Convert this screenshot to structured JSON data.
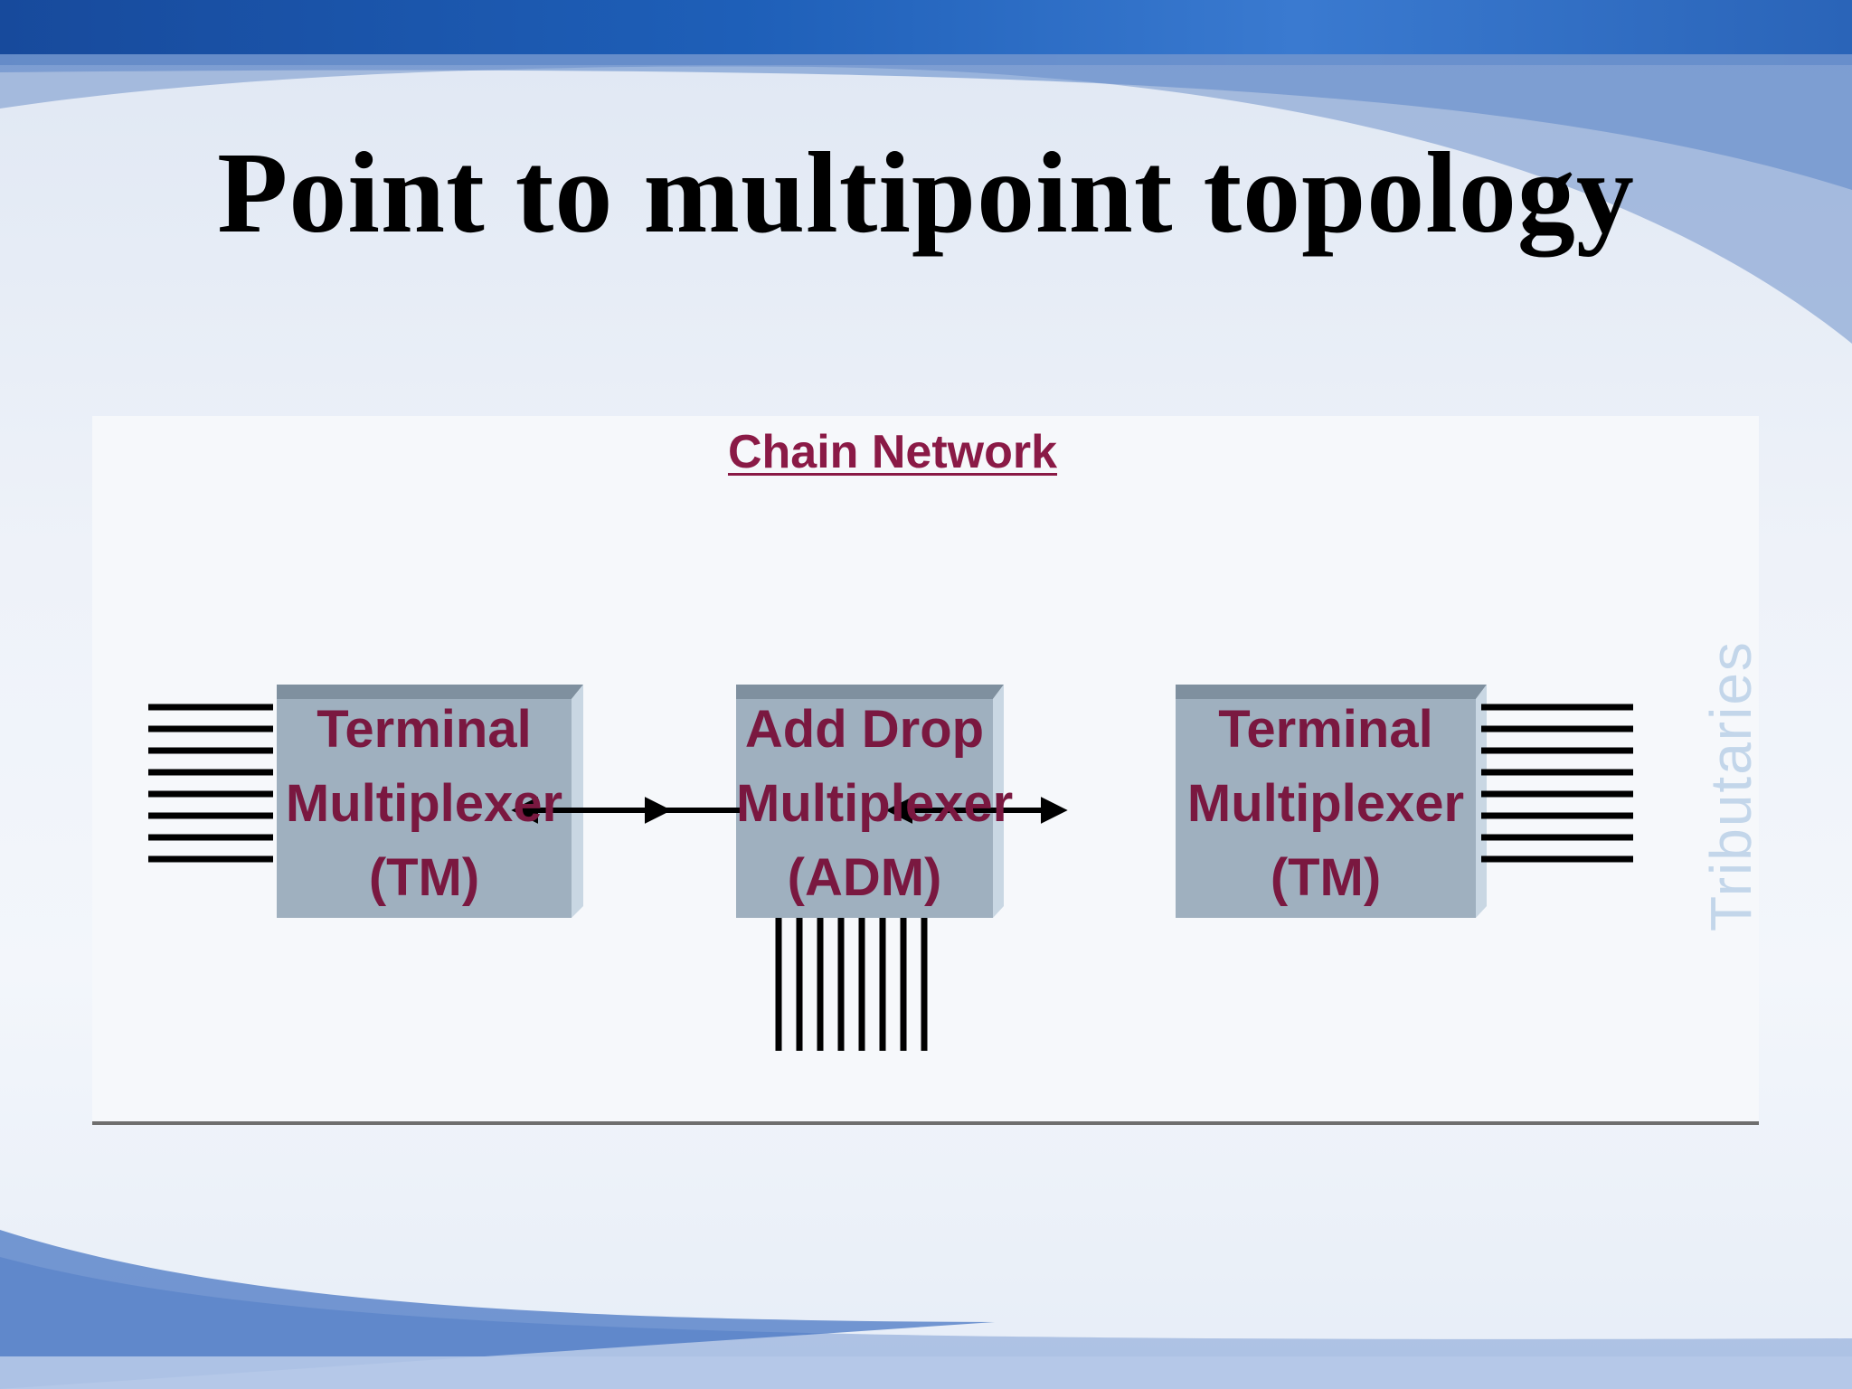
{
  "slide": {
    "title": "Point to multipoint topology"
  },
  "diagram": {
    "heading": "Chain Network",
    "side_label": "Tributaries",
    "nodes": [
      {
        "id": "tm-left",
        "line1": "Terminal",
        "line2": "Multiplexer",
        "line3": "(TM)"
      },
      {
        "id": "adm",
        "line1": "Add Drop",
        "line2": "Multiplexer",
        "line3": "(ADM)"
      },
      {
        "id": "tm-right",
        "line1": "Terminal",
        "line2": "Multiplexer",
        "line3": "(TM)"
      }
    ],
    "links": [
      {
        "from": "tm-left",
        "to": "adm",
        "direction": "bidirectional"
      },
      {
        "from": "adm",
        "to": "tm-right",
        "direction": "bidirectional"
      }
    ],
    "colors": {
      "box_face": "#9fb0bf",
      "box_top": "#7f909f",
      "box_side": "#c9d7e3",
      "label": "#7a1840",
      "heading": "#8a1a46"
    }
  }
}
